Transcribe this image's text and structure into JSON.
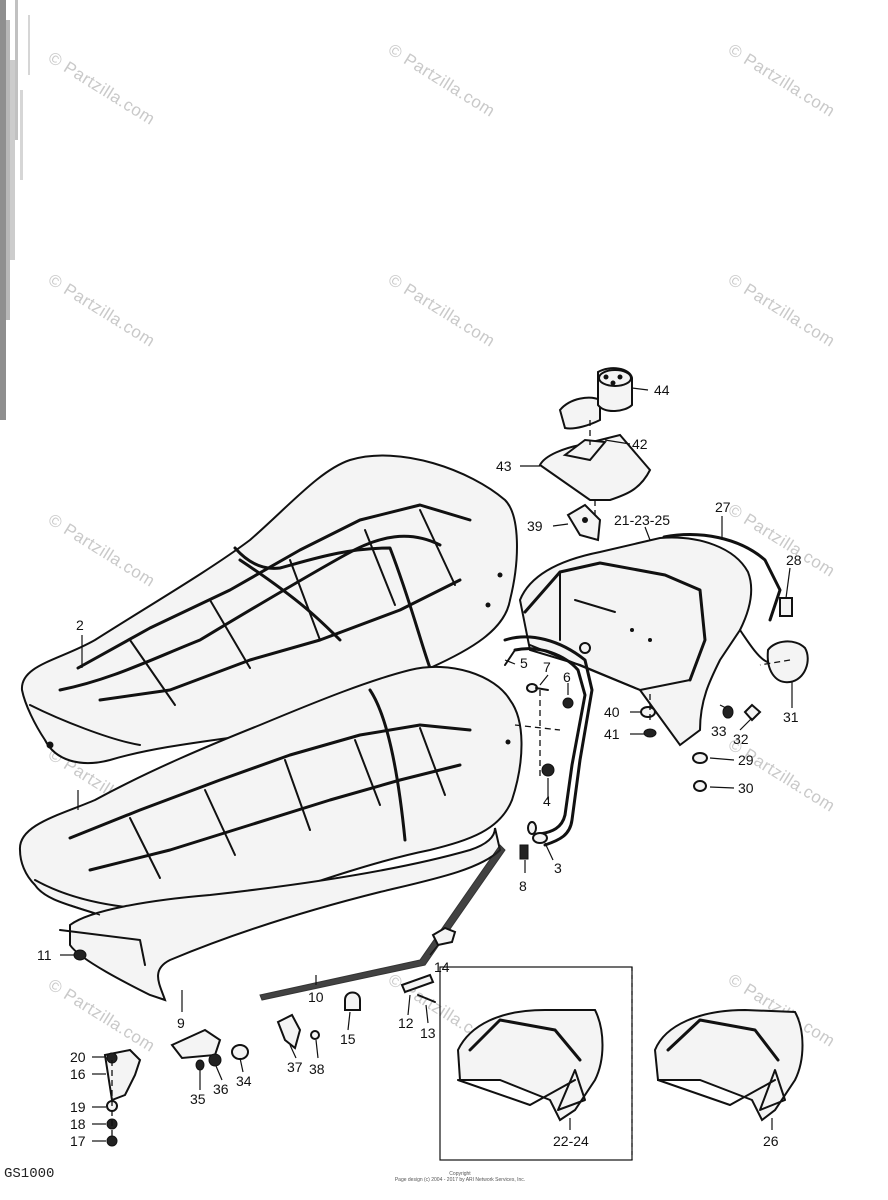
{
  "watermark": "© Partzilla.com",
  "diagram_code": "GS1000",
  "footer": {
    "line1": "Copyright",
    "line2": "Page design (c) 2004 - 2017 by ARI Network Services, Inc."
  },
  "callouts": [
    "2",
    "3",
    "4",
    "5",
    "6",
    "7",
    "8",
    "9",
    "10",
    "11",
    "12",
    "13",
    "14",
    "15",
    "16",
    "17",
    "18",
    "19",
    "20",
    "21-23-25",
    "22-24",
    "26",
    "27",
    "28",
    "29",
    "30",
    "31",
    "32",
    "33",
    "34",
    "35",
    "36",
    "37",
    "38",
    "39",
    "40",
    "41",
    "42",
    "43",
    "44"
  ]
}
